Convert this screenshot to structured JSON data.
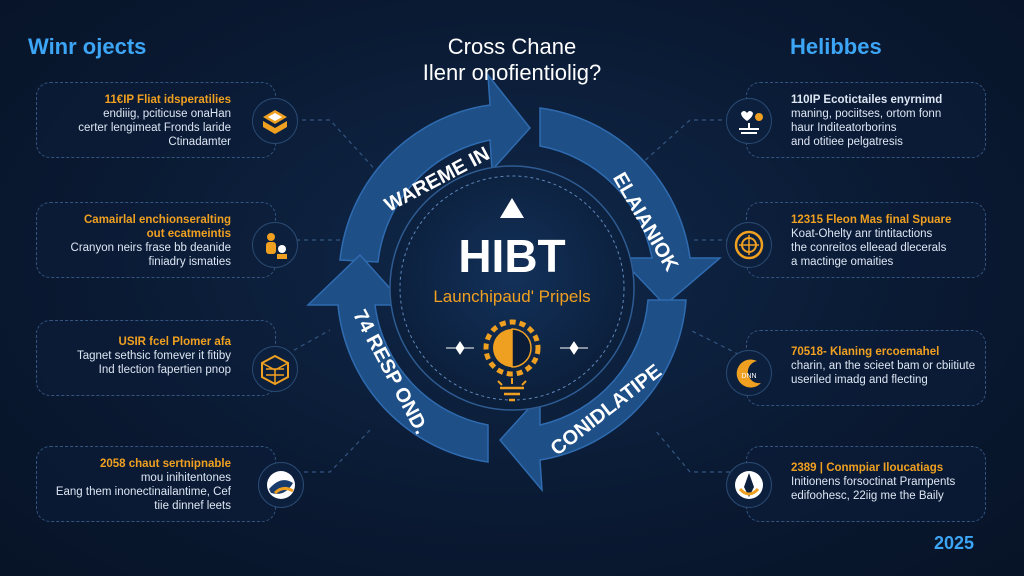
{
  "colors": {
    "accent_orange": "#f0a020",
    "accent_blue": "#3da5f5",
    "arrow_blue": "#1e4f86",
    "text_light": "#dde6f3"
  },
  "headers": {
    "left": "Winr ojects",
    "right": "Helibbes",
    "title_line1": "Cross Chane",
    "title_line2": "Ilenr onofientiolig?"
  },
  "year": "2025",
  "center": {
    "title": "HIBT",
    "subtitle": "Launchipaud' Pripels"
  },
  "arrows": {
    "top": "WAREME IN",
    "right": "ELAIANIOK",
    "bottom": "CONIDLATIPE",
    "left": "74 RESP OND."
  },
  "left_cards": [
    {
      "line1": "11€IP Fliat idsperatilies",
      "line2": "endiiig, pciticuse onaHan",
      "line3": "certer lengimeat Fronds laride",
      "line4": "Ctinadamter",
      "icon": "stack-box-icon"
    },
    {
      "line1": "Camairlal enchionseralting",
      "line2": "out ecatmeintis",
      "line3": "Cranyon neirs frase bb deanide",
      "line4": "finiadry ismaties",
      "icon": "people-coins-icon"
    },
    {
      "line1": "USIR fcel Plomer afa",
      "line2": "Tagnet sethsic fomever it fitiby",
      "line3": "Ind tlection fapertien pnop",
      "line4": "",
      "icon": "cube-icon"
    },
    {
      "line1": "2058 chaut sertnipnable",
      "line2": "mou inihitentones",
      "line3": "Eang them inonectinailantime, Cef",
      "line4": "tiie dinnef leets",
      "icon": "globe-icon"
    }
  ],
  "right_cards": [
    {
      "line1": "110IP  Ecotictailes enyrnimd",
      "line2": "maning, pociitses, ortom fonn",
      "line3": "haur Inditeatorborins",
      "line4": "and otitiee pelgatresis",
      "icon": "heart-scale-icon"
    },
    {
      "line1": "12315 Fleon Mas final Spuare",
      "line2": "Koat-Ohelty anr tintitactions",
      "line3": "the conreitos elleead dlecerals",
      "line4": "a mactinge omaities",
      "icon": "target-coin-icon"
    },
    {
      "line1": "70518- Klaning ercoemahel",
      "line2": "charin, an the scieet bam or cbiitiute",
      "line3": "useriled imadg and flecting",
      "line4": "",
      "icon": "crescent-icon"
    },
    {
      "line1": "2389 | Conmpiar Iloucatiags",
      "line2": "Initionens forsoctinat Prampents",
      "line3": "edifoohesc, 22iig me the Baily",
      "line4": "",
      "icon": "compass-icon"
    }
  ]
}
